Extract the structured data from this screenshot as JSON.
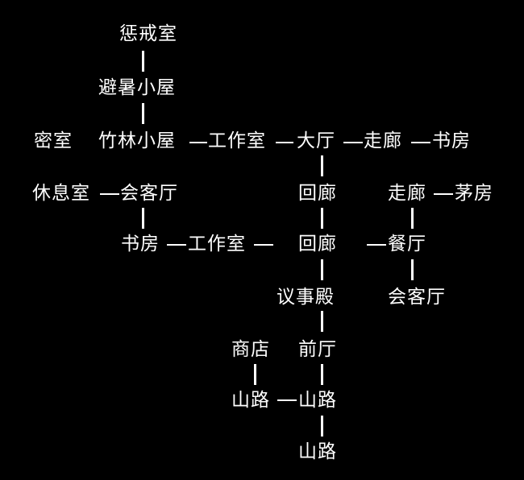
{
  "map": {
    "rooms": {
      "punishment_room": "惩戒室",
      "summer_hut": "避暑小屋",
      "secret_room": "密室",
      "bamboo_hut": "竹林小屋",
      "workshop_top": "工作室",
      "main_hall": "大厅",
      "corridor_top": "走廊",
      "study_top": "书房",
      "rest_room": "休息室",
      "reception_left": "会客厅",
      "cloister_1": "回廊",
      "corridor_right": "走廊",
      "thatched_room": "茅房",
      "study_mid": "书房",
      "workshop_mid": "工作室",
      "cloister_2": "回廊",
      "dining_hall": "餐厅",
      "council_hall": "议事殿",
      "reception_right": "会客厅",
      "shop": "商店",
      "front_hall": "前厅",
      "mountain_road_1": "山路",
      "mountain_road_2": "山路",
      "mountain_road_3": "山路"
    }
  }
}
